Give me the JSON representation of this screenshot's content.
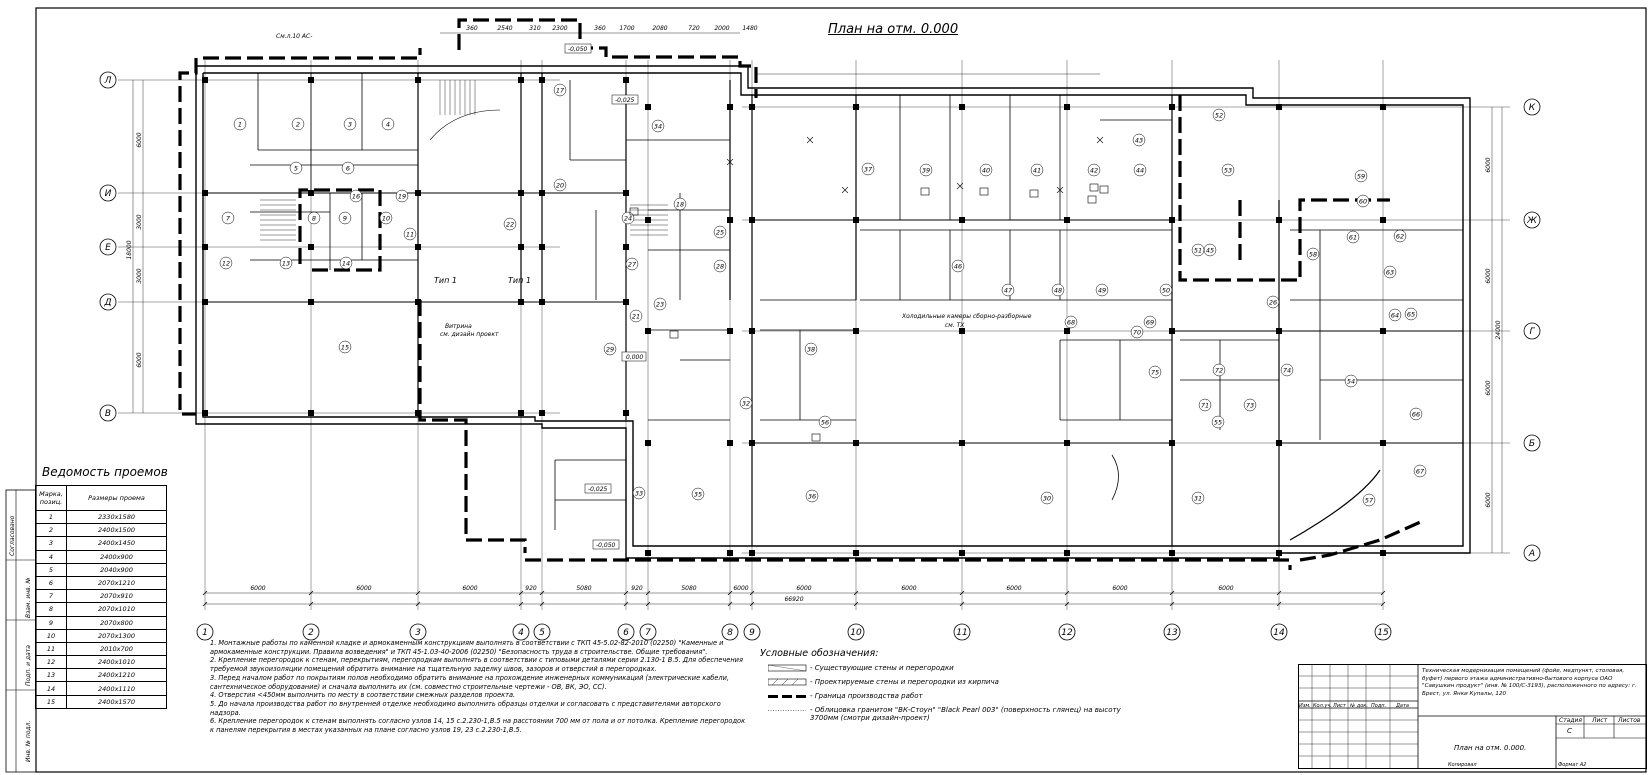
{
  "plan_title": "План на отм. 0.000",
  "grid_rows": [
    "Л",
    "И",
    "Е",
    "Д",
    "В"
  ],
  "grid_rows_right": [
    "К",
    "Ж",
    "Г",
    "Б",
    "А"
  ],
  "grid_cols": [
    "1",
    "2",
    "3",
    "4",
    "5",
    "6",
    "7",
    "8",
    "9",
    "10",
    "11",
    "12",
    "13",
    "14",
    "15"
  ],
  "overall_dim": "66920",
  "bottom_dims": [
    "6000",
    "6000",
    "6000",
    "920",
    "5080",
    "920",
    "5080",
    "6000",
    "6000",
    "6000",
    "6000",
    "6000",
    "6000"
  ],
  "top_dims": [
    "360",
    "2540",
    "310",
    "2300",
    "360",
    "1700",
    "2080",
    "720",
    "2000",
    "1480"
  ],
  "left_dims": [
    "6000",
    "3000",
    "3000",
    "6000",
    "18000"
  ],
  "right_dims": [
    "6000",
    "6000",
    "6000",
    "6000",
    "24000"
  ],
  "rooms": [
    "1",
    "2",
    "3",
    "4",
    "5",
    "6",
    "7",
    "8",
    "9",
    "10",
    "11",
    "12",
    "13",
    "14",
    "15",
    "16",
    "17",
    "18",
    "19",
    "20",
    "21",
    "22",
    "23",
    "24",
    "25",
    "26",
    "27",
    "28",
    "29",
    "30",
    "31",
    "32",
    "33",
    "34",
    "35",
    "36",
    "37",
    "38",
    "39",
    "40",
    "41",
    "42",
    "43",
    "44",
    "45",
    "46",
    "47",
    "48",
    "49",
    "50",
    "51",
    "52",
    "53",
    "54",
    "55",
    "56",
    "57",
    "58",
    "59",
    "60",
    "61",
    "62",
    "63",
    "64",
    "65",
    "66",
    "67",
    "68",
    "69",
    "70",
    "71",
    "72",
    "73",
    "74",
    "75"
  ],
  "plan_labels": {
    "tip1a": "Тип 1",
    "tip1b": "Тип 1",
    "vitrina": "Витрина",
    "vitrina_ref": "см. дизайн проект",
    "cold": "Холодильные камеры сборно-разборные",
    "cold_ref": "см. ТХ",
    "ar_note": "См.л.10 АС-",
    "lvl1": "-0,050",
    "lvl2": "-0,025",
    "lvl3": "0,000",
    "lvl4": "-0,025",
    "lvl5": "-0,050"
  },
  "schedule": {
    "title": "Ведомость проемов",
    "col_mark": "Марка, позиц.",
    "col_size": "Размеры проема",
    "rows": [
      {
        "mark": "1",
        "size": "2330х1580"
      },
      {
        "mark": "2",
        "size": "2400х1500"
      },
      {
        "mark": "3",
        "size": "2400х1450"
      },
      {
        "mark": "4",
        "size": "2400х900"
      },
      {
        "mark": "5",
        "size": "2040х900"
      },
      {
        "mark": "6",
        "size": "2070х1210"
      },
      {
        "mark": "7",
        "size": "2070х910"
      },
      {
        "mark": "8",
        "size": "2070х1010"
      },
      {
        "mark": "9",
        "size": "2070х800"
      },
      {
        "mark": "10",
        "size": "2070х1300"
      },
      {
        "mark": "11",
        "size": "2010х700"
      },
      {
        "mark": "12",
        "size": "2400х1010"
      },
      {
        "mark": "13",
        "size": "2400х1210"
      },
      {
        "mark": "14",
        "size": "2400х1110"
      },
      {
        "mark": "15",
        "size": "2400х1570"
      }
    ]
  },
  "notes": [
    "1. Монтажные работы по каменной кладке и армокаменным конструкциям выполнять в соответствии с ТКП 45-5.02-82-2010 (02250) \"Каменные и армокаменные конструкции. Правила возведения\" и ТКП 45-1.03-40-2006 (02250) \"Безопасность труда в строительстве. Общие требования\".",
    "2. Крепление перегородок к стенам, перекрытиям, перегородкам выполнять в соответствии с типовыми деталями серии 2.130-1 В.5. Для обеспечения требуемой звукоизоляции помещений обратить внимание на тщательную заделку швов, зазоров и отверстий в перегородках.",
    "3. Перед началом работ по покрытиям полов необходимо обратить внимание на прохождение инженерных коммуникаций (электрические кабели, сантехническое оборудование) и сначала выполнить их (см. совместно строительные чертежи - ОВ, ВК, ЭО, СС).",
    "4. Отверстия <450мм выполнить по месту в соответствии смежных разделов проекта.",
    "5. До начала производства работ по внутренней отделке необходимо выполнить образцы отделки и согласовать с представителями авторского надзора.",
    "6. Крепление перегородок к стенам выполнять согласно узлов 14, 15 с.2.230-1,В.5 на расстоянии 700 мм от пола и от потолка. Крепление перегородок к панелям перекрытия в местах указанных на плане согласно узлов 19, 23 с.2.230-1,В.5."
  ],
  "legend": {
    "title": "Условные обозначения:",
    "items": [
      "- Существующие стены и перегородки",
      "- Проектируемые стены и перегородки из кирпича",
      "- Граница производства работ",
      "- Облицовка гранитом \"ВК-Стоун\" \"Black Pearl 003\" (поверхность глянец) на высоту 3700мм (смотри дизайн-проект)"
    ]
  },
  "titleblock": {
    "description": "Техническая модернизация помещений (фойе, медпункт, столовая, буфет) первого этажа административно-бытового корпуса ОАО \"Савушкин продукт\" (инв. № 100/С-3193), расположенного по адресу: г. Брест, ул. Янки Купалы, 120",
    "stage_label": "Стадия",
    "sheet_label": "Лист",
    "sheets_label": "Листов",
    "stage_value": "С",
    "sheet_name": "План на отм. 0.000.",
    "copied": "Копировал",
    "format": "Формат А2",
    "rev_cols": [
      "Изм.",
      "Кол.уч.",
      "Лист",
      "№ док.",
      "Подп.",
      "Дата"
    ]
  },
  "side_stamps": [
    "Инв. № подл.",
    "Подп. и дата",
    "Взам. инв. №",
    "Согласовано"
  ]
}
